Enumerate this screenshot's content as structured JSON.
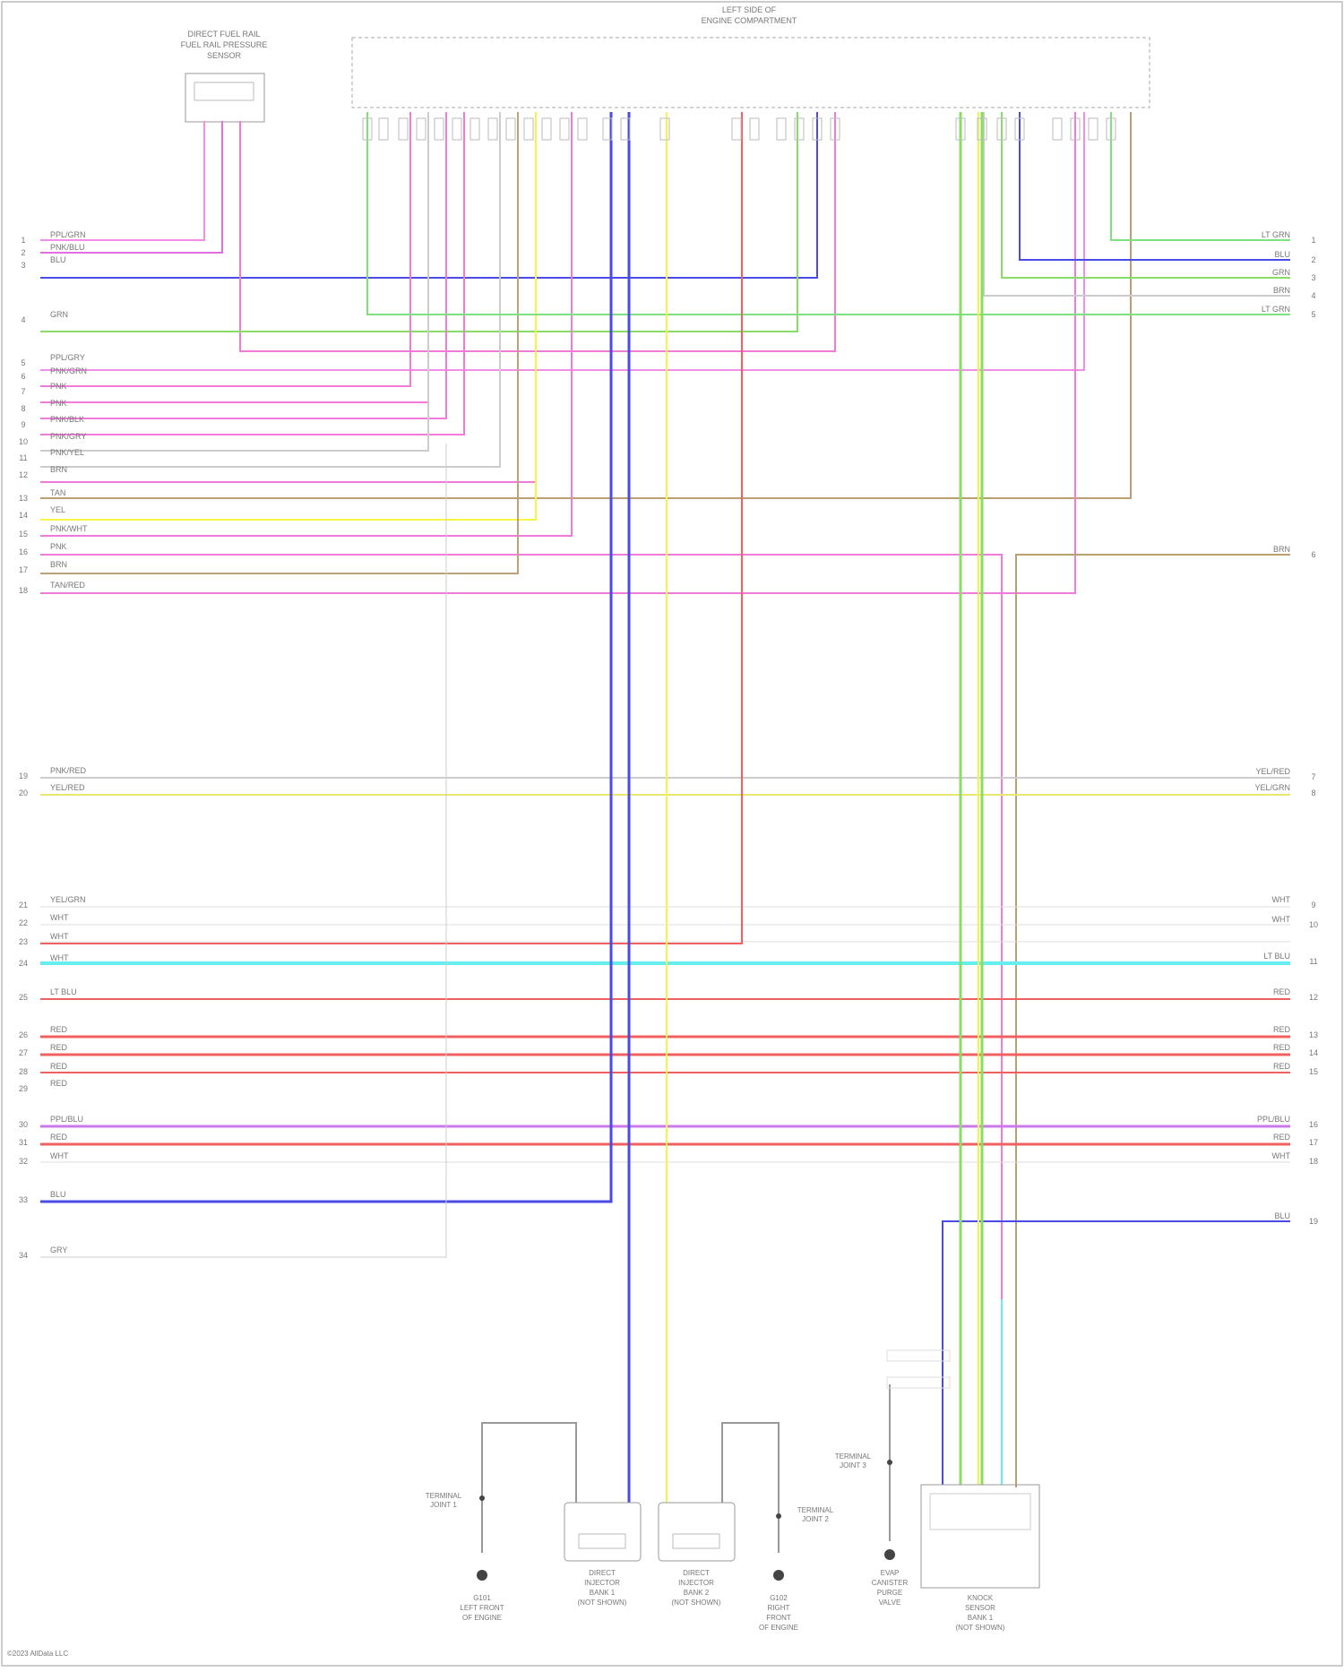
{
  "title": {
    "line1": "LEFT SIDE OF",
    "line2": "ENGINE COMPARTMENT"
  },
  "sensor": {
    "line1": "DIRECT FUEL RAIL",
    "line2": "FUEL RAIL PRESSURE",
    "line3": "SENSOR"
  },
  "footer": "©2023 AllData LLC",
  "wire_colors": {
    "PPL/GRN": "#f08ee8",
    "PNK/BLU": "#e070e0",
    "BLU": "#4a4ae6",
    "GRN": "#88dd66",
    "LT GRN": "#7fe07f",
    "PNK": "#f27ad9",
    "TAN": "#b8a070",
    "TAN/RED": "#bba27a",
    "YEL": "#f5f545",
    "YEL/GRN": "#e8e870",
    "YEL/ORG": "#f3e08a",
    "WHT": "#dddddd",
    "RED": "#f06060",
    "LT BLU": "#66eeee",
    "PPL": "#cc77ee",
    "GRY": "#cccccc"
  },
  "left_wires": [
    {
      "pin": "1",
      "label": "PPL/GRN"
    },
    {
      "pin": "2",
      "label": "PNK/BLU"
    },
    {
      "pin": "3",
      "label": "BLU"
    },
    {
      "pin": "4",
      "label": "GRN"
    },
    {
      "pin": "5",
      "label": "PPL/GRY"
    },
    {
      "pin": "6",
      "label": "PNK/GRN"
    },
    {
      "pin": "7",
      "label": "PNK"
    },
    {
      "pin": "8",
      "label": "PNK"
    },
    {
      "pin": "9",
      "label": "PNK/BLK"
    },
    {
      "pin": "10",
      "label": "PNK/GRY"
    },
    {
      "pin": "11",
      "label": "PNK/YEL"
    },
    {
      "pin": "12",
      "label": "BRN"
    },
    {
      "pin": "13",
      "label": "TAN"
    },
    {
      "pin": "14",
      "label": "YEL"
    },
    {
      "pin": "15",
      "label": "PNK/WHT"
    },
    {
      "pin": "16",
      "label": "PNK"
    },
    {
      "pin": "17",
      "label": "BRN"
    },
    {
      "pin": "18",
      "label": "TAN/RED"
    },
    {
      "pin": "19",
      "label": "PNK/RED"
    },
    {
      "pin": "20",
      "label": "YEL/RED"
    },
    {
      "pin": "21",
      "label": "YEL/GRN"
    },
    {
      "pin": "22",
      "label": "WHT"
    },
    {
      "pin": "23",
      "label": "WHT"
    },
    {
      "pin": "24",
      "label": "WHT"
    },
    {
      "pin": "25",
      "label": "LT BLU"
    },
    {
      "pin": "26",
      "label": "RED"
    },
    {
      "pin": "27",
      "label": "RED"
    },
    {
      "pin": "28",
      "label": "RED"
    },
    {
      "pin": "29",
      "label": "RED"
    },
    {
      "pin": "30",
      "label": "PPL/BLU"
    },
    {
      "pin": "31",
      "label": "RED"
    },
    {
      "pin": "32",
      "label": "WHT"
    },
    {
      "pin": "33",
      "label": "BLU"
    },
    {
      "pin": "34",
      "label": "GRY"
    }
  ],
  "right_wires": [
    {
      "pin": "1",
      "label": "LT GRN"
    },
    {
      "pin": "2",
      "label": "BLU"
    },
    {
      "pin": "3",
      "label": "GRN"
    },
    {
      "pin": "4",
      "label": "BRN"
    },
    {
      "pin": "5",
      "label": "LT GRN"
    },
    {
      "pin": "6",
      "label": "BRN"
    },
    {
      "pin": "7",
      "label": "YEL/RED"
    },
    {
      "pin": "8",
      "label": "YEL/GRN"
    },
    {
      "pin": "9",
      "label": "WHT"
    },
    {
      "pin": "10",
      "label": "WHT"
    },
    {
      "pin": "11",
      "label": "LT BLU"
    },
    {
      "pin": "12",
      "label": "RED"
    },
    {
      "pin": "13",
      "label": "RED"
    },
    {
      "pin": "14",
      "label": "RED"
    },
    {
      "pin": "15",
      "label": "RED"
    },
    {
      "pin": "16",
      "label": "PPL/BLU"
    },
    {
      "pin": "17",
      "label": "RED"
    },
    {
      "pin": "18",
      "label": "WHT"
    },
    {
      "pin": "19",
      "label": "BLU"
    }
  ],
  "bottom_components": [
    {
      "name": "G101",
      "text": [
        "G101",
        "LEFT FRONT",
        "OF ENGINE"
      ]
    },
    {
      "name": "injector-left",
      "text": [
        "DIRECT",
        "INJECTOR",
        "BANK 1",
        "(NOT SHOWN)"
      ]
    },
    {
      "name": "injector-right",
      "text": [
        "DIRECT",
        "INJECTOR",
        "BANK 2",
        "(NOT SHOWN)"
      ]
    },
    {
      "name": "G102",
      "text": [
        "G102",
        "RIGHT",
        "FRONT",
        "OF ENGINE"
      ]
    },
    {
      "name": "ground-splice",
      "text": [
        "EVAP",
        "CANISTER",
        "PURGE",
        "VALVE"
      ]
    },
    {
      "name": "knock-sensor",
      "text": [
        "KNOCK",
        "SENSOR",
        "BANK 1",
        "(NOT SHOWN)"
      ]
    }
  ],
  "splices": [
    {
      "label": "TERMINAL",
      "sub": "JOINT 1"
    },
    {
      "label": "TERMINAL",
      "sub": "JOINT 2"
    },
    {
      "label": "TERMINAL",
      "sub": "JOINT 3"
    }
  ]
}
